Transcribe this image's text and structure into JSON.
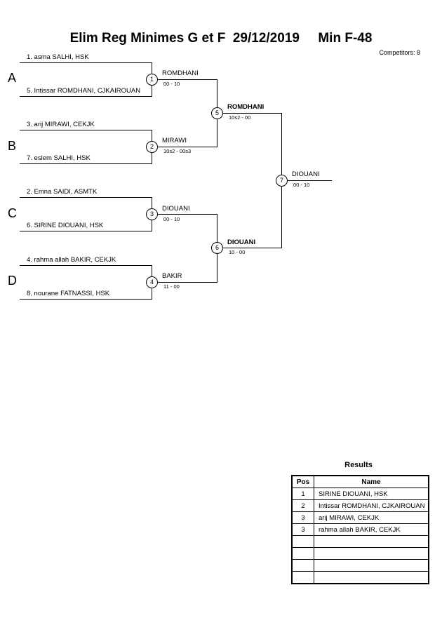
{
  "header": {
    "title": "Elim Reg Minimes G et F  29/12/2019     Min F-48",
    "competitors": "Competitors: 8"
  },
  "pools": [
    "A",
    "B",
    "C",
    "D"
  ],
  "round1": [
    {
      "top": "1. asma SALHI, HSK",
      "bottom": "5. Intissar ROMDHANI, CJKAIROUAN",
      "match": "1",
      "winner": "ROMDHANI",
      "score": "00 - 10"
    },
    {
      "top": "3. arij MIRAWI, CEKJK",
      "bottom": "7. eslem SALHI, HSK",
      "match": "2",
      "winner": "MIRAWI",
      "score": "10s2 - 00s3"
    },
    {
      "top": "2. Emna SAIDI, ASMTK",
      "bottom": "6. SIRINE DIOUANI, HSK",
      "match": "3",
      "winner": "DIOUANI",
      "score": "00 - 10"
    },
    {
      "top": "4. rahma allah BAKIR, CEKJK",
      "bottom": "8. nourane FATNASSI, HSK",
      "match": "4",
      "winner": "BAKIR",
      "score": "11 - 00"
    }
  ],
  "semis": [
    {
      "match": "5",
      "winner": "ROMDHANI",
      "score": "10s2 - 00"
    },
    {
      "match": "6",
      "winner": "DIOUANI",
      "score": "10 - 00"
    }
  ],
  "final": {
    "match": "7",
    "winner": "DIOUANI",
    "score": "00 - 10"
  },
  "results": {
    "title": "Results",
    "headers": {
      "pos": "Pos",
      "name": "Name"
    },
    "rows": [
      {
        "pos": "1",
        "name": "SIRINE DIOUANI, HSK"
      },
      {
        "pos": "2",
        "name": "Intissar ROMDHANI, CJKAIROUAN"
      },
      {
        "pos": "3",
        "name": "arij MIRAWI, CEKJK"
      },
      {
        "pos": "3",
        "name": "rahma allah BAKIR, CEKJK"
      },
      {
        "pos": "",
        "name": ""
      },
      {
        "pos": "",
        "name": ""
      },
      {
        "pos": "",
        "name": ""
      },
      {
        "pos": "",
        "name": ""
      }
    ]
  }
}
